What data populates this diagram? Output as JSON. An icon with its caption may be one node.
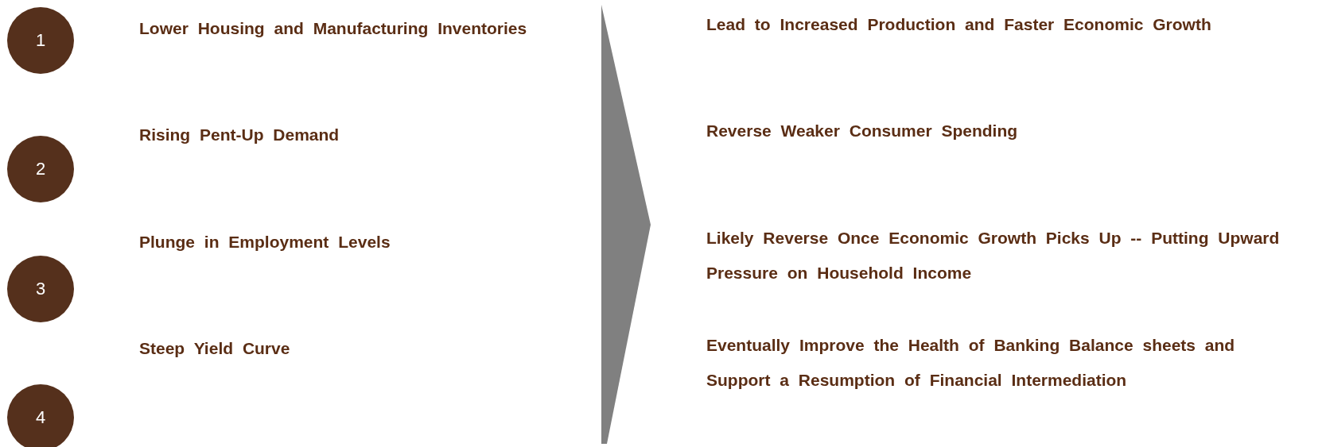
{
  "diagram": {
    "nodes": [
      {
        "text": [
          "1"
        ]
      },
      {
        "text": [
          "2"
        ]
      },
      {
        "text": [
          "3"
        ]
      },
      {
        "text": [
          "4"
        ]
      }
    ],
    "labels": [
      "Lower Housing and Manufacturing Inventories",
      "Lead to Increased Production and Faster Economic Growth",
      "Rising Pent-Up Demand",
      "Reverse Weaker Consumer Spending",
      "Plunge in Employment Levels",
      "Likely Reverse Once Economic Growth Picks Up -- Putting Upward Pressure on Household Income",
      "Steep Yield Curve",
      "Eventually Improve the Health of Banking Balance sheets and Support a Resumption of Financial Intermediation"
    ]
  }
}
